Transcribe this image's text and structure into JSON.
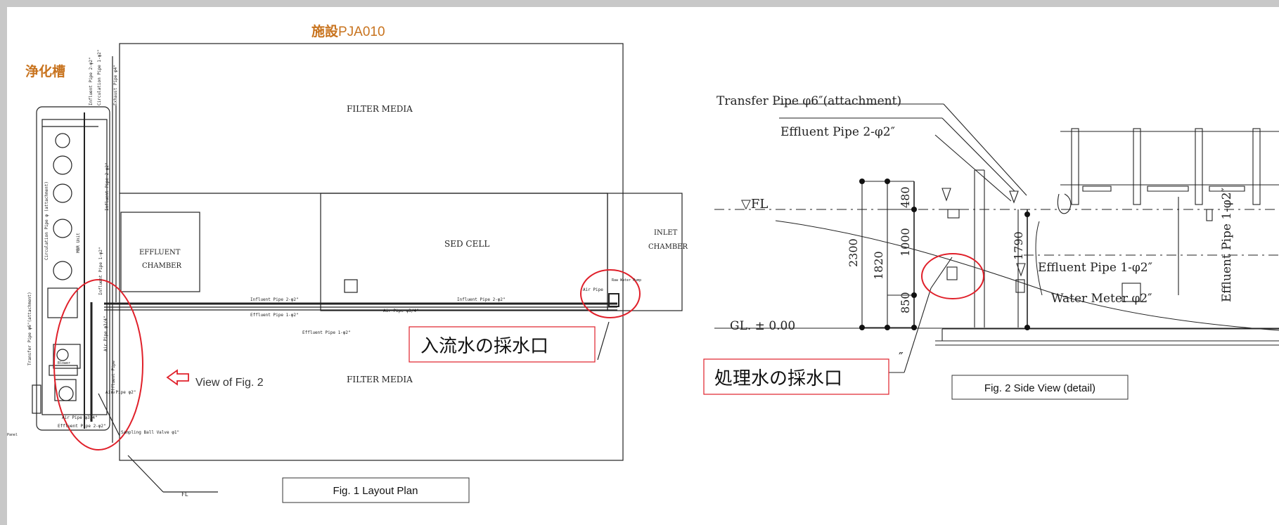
{
  "header": {
    "facility_prefix": "施設",
    "facility_code": "PJA010",
    "tank_label": "浄化槽",
    "accent_color": "#c8731e"
  },
  "layout_plan": {
    "filter_media_top": "FILTER MEDIA",
    "filter_media_bottom": "FILTER MEDIA",
    "effluent_chamber_line1": "EFFLUENT",
    "effluent_chamber_line2": "CHAMBER",
    "sed_cell": "SED CELL",
    "inlet_chamber_line1": "INLET",
    "inlet_chamber_line2": "CHAMBER",
    "influent_pipe_label": "Influent Pipe 2-φ2\"",
    "influent_pipe_label_2": "Influent Pipe 2-φ2\"",
    "effluent_pipe_label": "Effluent Pipe 1-φ2\"",
    "effluent_pipe_label_2": "Effluent Pipe 1-φ2\"",
    "air_pipe_label": "Air Pipe φ3/4\"",
    "air_pipe_short": "Air Pipe",
    "raw_water_pump": "Raw Water Pump",
    "air_pipe_2": "Air Pipe φ2\"",
    "air_pipe_3": "Air Pipe φ3/4\"",
    "effluent_pipe_2": "Effluent Pipe 2-φ2\"",
    "sampling_valve": "Sampling Ball Valve φ1\"",
    "fl": "FL",
    "view_of_fig2": "View of Fig. 2",
    "inlet_sampling_callout": "入流水の採水口",
    "caption": "Fig. 1 Layout Plan",
    "vertical_labels": {
      "influent_pipe": "Influent Pipe 2-φ2\"",
      "circulation_pipe": "Circulation Pipe 1-φ2\"",
      "exhaust_pipe": "Exhaust Pipe φ4\"",
      "influent_pipe_2": "Influent Pipe 2-φ2\"",
      "influent_pipe_1": "Influent Pipe 1-φ2\"",
      "circulation_pipe_main": "Circulation Pipe φ (attachment)",
      "membrane_unit": "MBR Unit",
      "transfer_pipe": "Transfer Pipe φ6\"(attachment)",
      "air_pipe_v": "Air Pipe φ3/4\"",
      "effluent_v": "Effluent Pipe"
    },
    "blower_label": "Blower",
    "small_box_label": "Panel"
  },
  "side_view": {
    "transfer_pipe": "Transfer Pipe φ6″(attachment)",
    "effluent_pipe_2": "Effluent Pipe 2-φ2″",
    "effluent_pipe_1": "Effluent Pipe 1-φ2″",
    "water_meter": "Water Meter φ2″",
    "effluent_pipe_vertical": "Effluent Pipe 1-φ2″",
    "fl": "▽FL",
    "gl": "GL. ± 0.00",
    "dim_2300": "2300",
    "dim_480": "480",
    "dim_1820": "1820",
    "dim_1000": "1000",
    "dim_850": "850",
    "dim_1790": "1790",
    "double_prime": "″",
    "treated_sampling_callout": "処理水の採水口",
    "caption": "Fig. 2 Side View (detail)"
  },
  "colors": {
    "highlight_red": "#e0202a",
    "line_dark": "#222222",
    "frame_gray": "#c8c8c8"
  }
}
